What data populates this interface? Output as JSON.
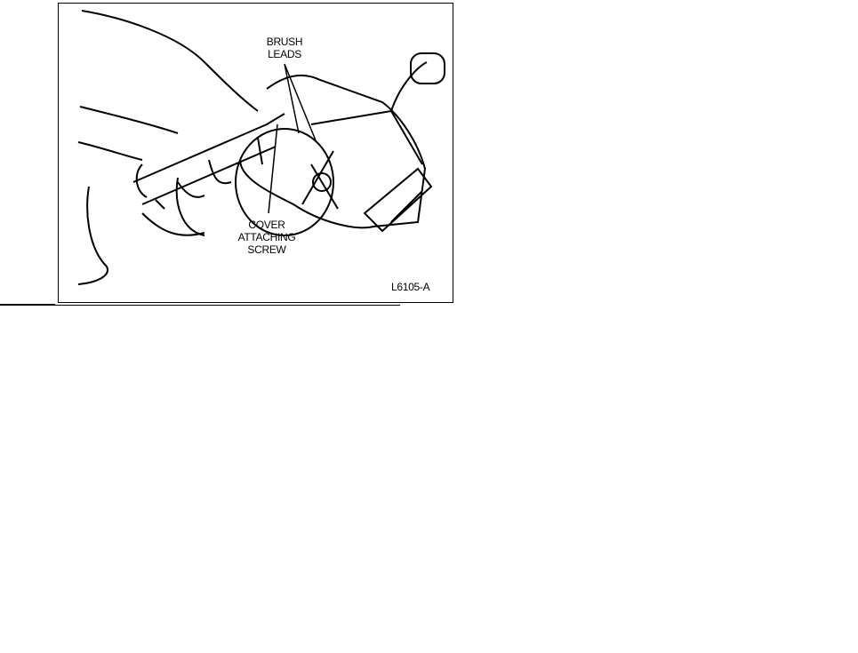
{
  "figure": {
    "labels": {
      "brush_leads": [
        "BRUSH",
        "LEADS"
      ],
      "cover_screw": [
        "COVER",
        "ATTACHING",
        "SCREW"
      ]
    },
    "figure_id": "L6105-A"
  }
}
